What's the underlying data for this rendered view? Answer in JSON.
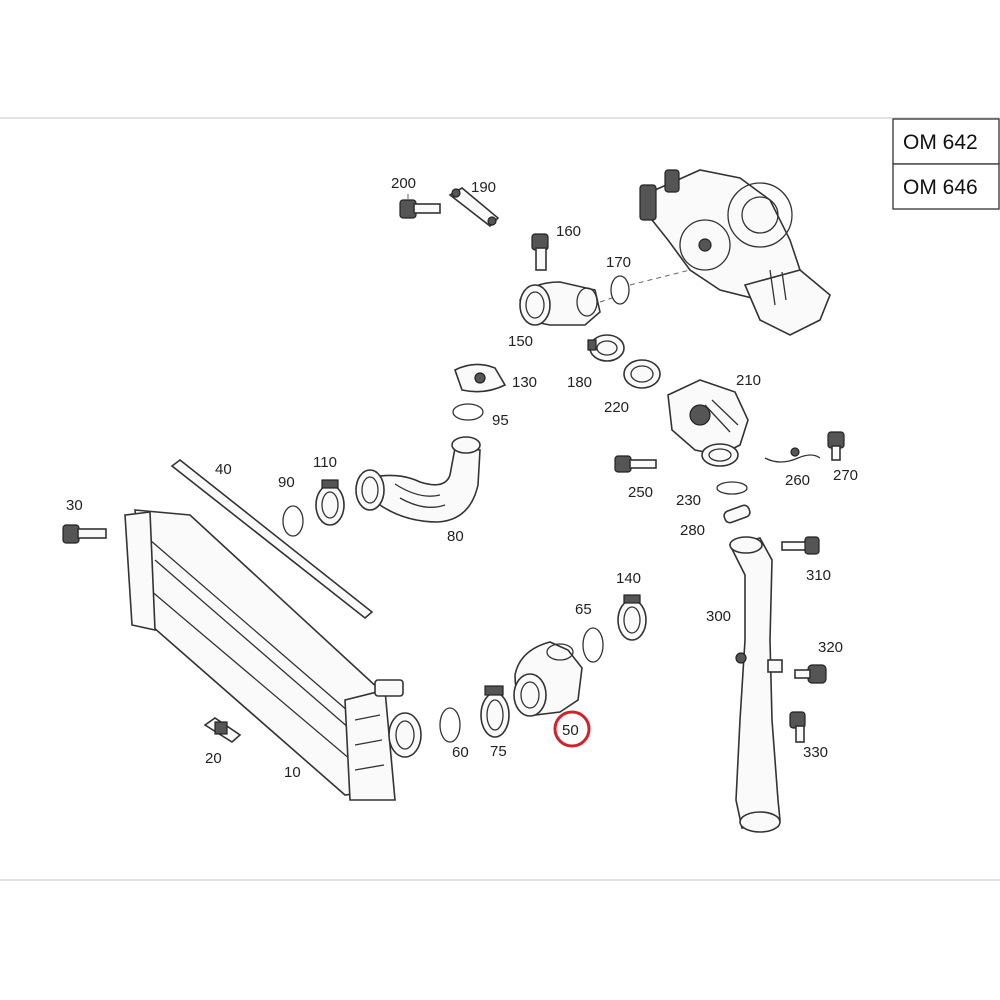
{
  "engine_codes": [
    "OM 642",
    "OM 646"
  ],
  "highlight_color": "#d4202a",
  "highlighted_part": "50",
  "labels": {
    "p200": "200",
    "p190": "190",
    "p160": "160",
    "p170": "170",
    "p150": "150",
    "p130": "130",
    "p180": "180",
    "p210": "210",
    "p95": "95",
    "p220": "220",
    "p40": "40",
    "p110": "110",
    "p90": "90",
    "p250": "250",
    "p260": "260",
    "p270": "270",
    "p230": "230",
    "p30": "30",
    "p80": "80",
    "p280": "280",
    "p310": "310",
    "p140": "140",
    "p65": "65",
    "p300": "300",
    "p320": "320",
    "p50": "50",
    "p20": "20",
    "p60": "60",
    "p75": "75",
    "p330": "330",
    "p10": "10"
  }
}
